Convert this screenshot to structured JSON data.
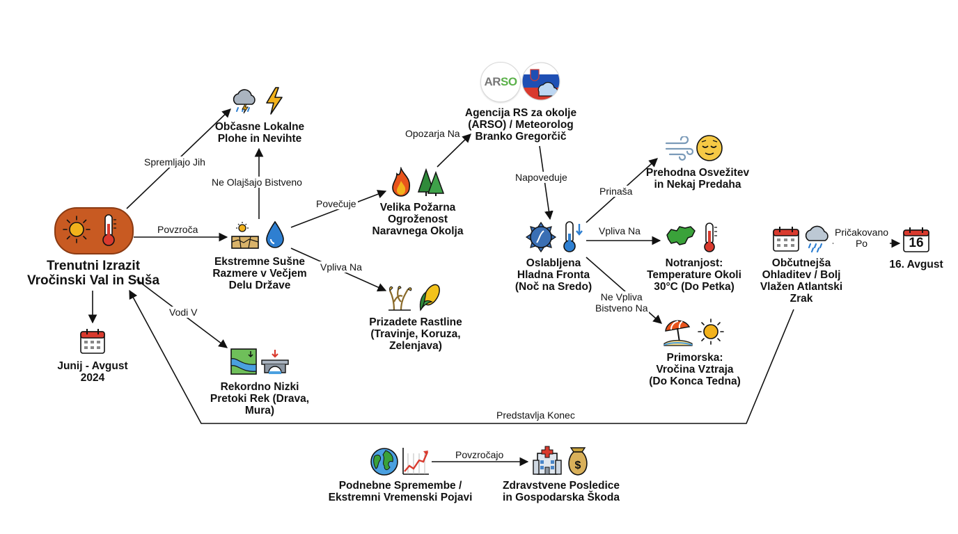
{
  "nodes": {
    "heatwave": {
      "line1": "Trenutni Izrazit",
      "line2": "Vročinski Val in Suša"
    },
    "dates": {
      "line1": "Junij - Avgust",
      "line2": "2024"
    },
    "storms": {
      "line1": "Občasne Lokalne",
      "line2": "Plohe in Nevihte"
    },
    "drought": {
      "line1": "Ekstremne Sušne",
      "line2": "Razmere v Večjem",
      "line3": "Delu Države"
    },
    "rivers": {
      "line1": "Rekordno Nizki",
      "line2": "Pretoki Rek (Drava,",
      "line3": "Mura)"
    },
    "fire": {
      "line1": "Velika Požarna",
      "line2": "Ogroženost",
      "line3": "Naravnega Okolja"
    },
    "crops": {
      "line1": "Prizadete Rastline",
      "line2": "(Travinje, Koruza,",
      "line3": "Zelenjava)"
    },
    "arso": {
      "logo": "ARSO",
      "line1": "Agencija RS za okolje",
      "line2": "(ARSO) / Meteorolog",
      "line3": "Branko Gregorčič"
    },
    "front": {
      "line1": "Oslabljena",
      "line2": "Hladna Fronta",
      "line3": "(Noč na Sredo)"
    },
    "relief": {
      "line1": "Prehodna Osvežitev",
      "line2": "in Nekaj Predaha"
    },
    "inland": {
      "line1": "Notranjost:",
      "line2": "Temperature Okoli",
      "line3": "30°C (Do Petka)"
    },
    "coast": {
      "line1": "Primorska:",
      "line2": "Vročina Vztraja",
      "line3": "(Do Konca Tedna)"
    },
    "atlantic": {
      "line1": "Občutnejša",
      "line2": "Ohladitev / Bolj",
      "line3": "Vlažen Atlantski",
      "line4": "Zrak"
    },
    "aug16": {
      "day": "16",
      "line1": "16. Avgust"
    },
    "climate": {
      "line1": "Podnebne Spremembe /",
      "line2": "Ekstremni Vremenski Pojavi"
    },
    "health": {
      "line1": "Zdravstvene Posledice",
      "line2": "in Gospodarska Škoda"
    }
  },
  "edges": {
    "spremljajo": "Spremljajo Jih",
    "ne_olajsajo": "Ne Olajšajo Bistveno",
    "povzroca": "Povzroča",
    "vodi_v": "Vodi V",
    "povecuje": "Povečuje",
    "vpliva_na_crops": "Vpliva Na",
    "opozarja_na": "Opozarja Na",
    "napoveduje": "Napoveduje",
    "prinasa": "Prinaša",
    "vpliva_na_inland": "Vpliva Na",
    "ne_vpliva_line1": "Ne Vpliva",
    "ne_vpliva_line2": "Bistveno Na",
    "pricakovano_line1": "Pričakovano",
    "pricakovano_line2": "Po",
    "predstavlja_konec": "Predstavlja Konec",
    "povzrocajo": "Povzročajo"
  },
  "colors": {
    "pill": "#c85a22",
    "sun": "#f2b21c",
    "water": "#2e7fd1",
    "fire": "#e8541c",
    "tree": "#2f8a3a",
    "slovenia_green": "#3aa23a",
    "thermo_red": "#d93a2e",
    "arso_green": "#5bb14a"
  },
  "icons": [
    "sun-icon",
    "thermometer-icon",
    "calendar-icon",
    "storm-cloud-icon",
    "lightning-icon",
    "dry-soil-icon",
    "water-drop-icon",
    "river-icon",
    "bridge-icon",
    "fire-icon",
    "forest-icon",
    "wilted-plant-icon",
    "corn-icon",
    "arso-logo",
    "slovenia-flag-icon",
    "cold-front-icon",
    "wind-icon",
    "relieved-face-icon",
    "slovenia-map-icon",
    "beach-umbrella-icon",
    "rain-cloud-icon",
    "globe-icon",
    "rising-chart-icon",
    "hospital-icon",
    "money-bag-icon"
  ]
}
